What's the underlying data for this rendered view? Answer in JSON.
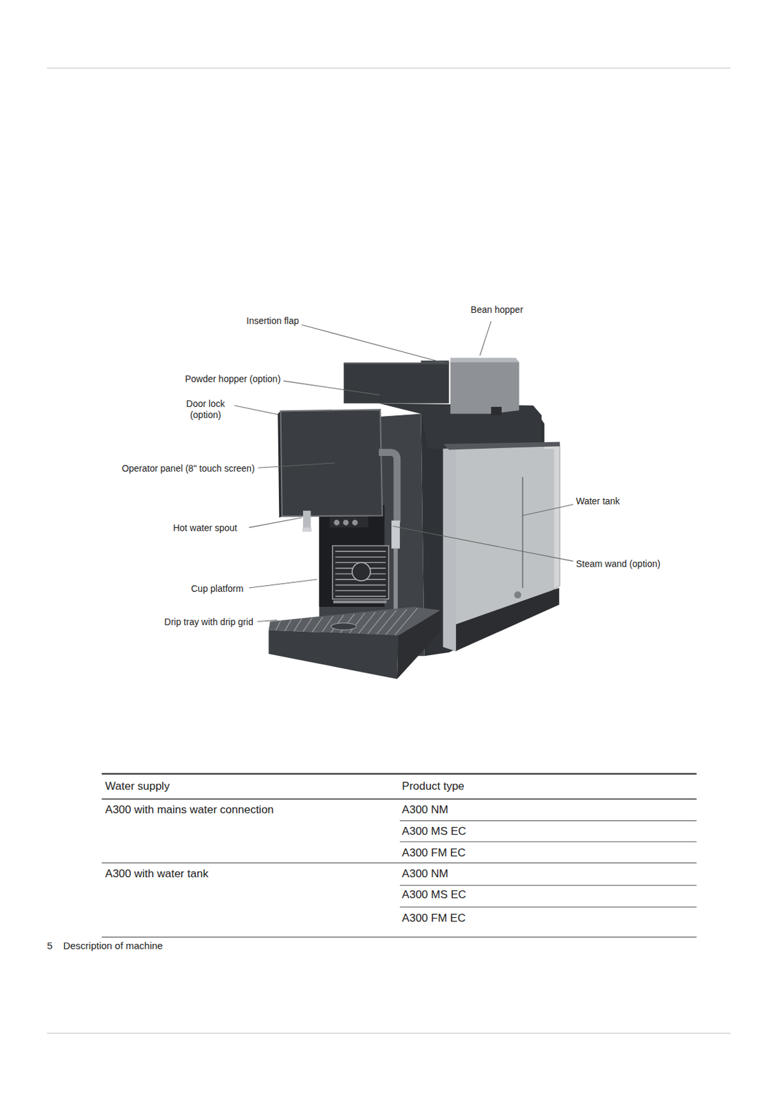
{
  "diagram": {
    "labels": [
      "Insertion flap",
      "Bean hopper",
      "Powder hopper (option)",
      "Door lock (option)",
      "Operator panel (8\" touch screen)",
      "Water tank",
      "Hot water spout",
      "Steam wand (option)",
      "Cup platform",
      "Drip tray with drip grid",
      "Water supply",
      "Product type",
      "A300 with mains water connection",
      "A300 NM",
      "A300 MS EC",
      "A300 FM EC",
      "A300 with water tank",
      "A300 NM",
      "A300 MS EC",
      "A300 FM EC",
      "5",
      "Description of machine"
    ]
  }
}
